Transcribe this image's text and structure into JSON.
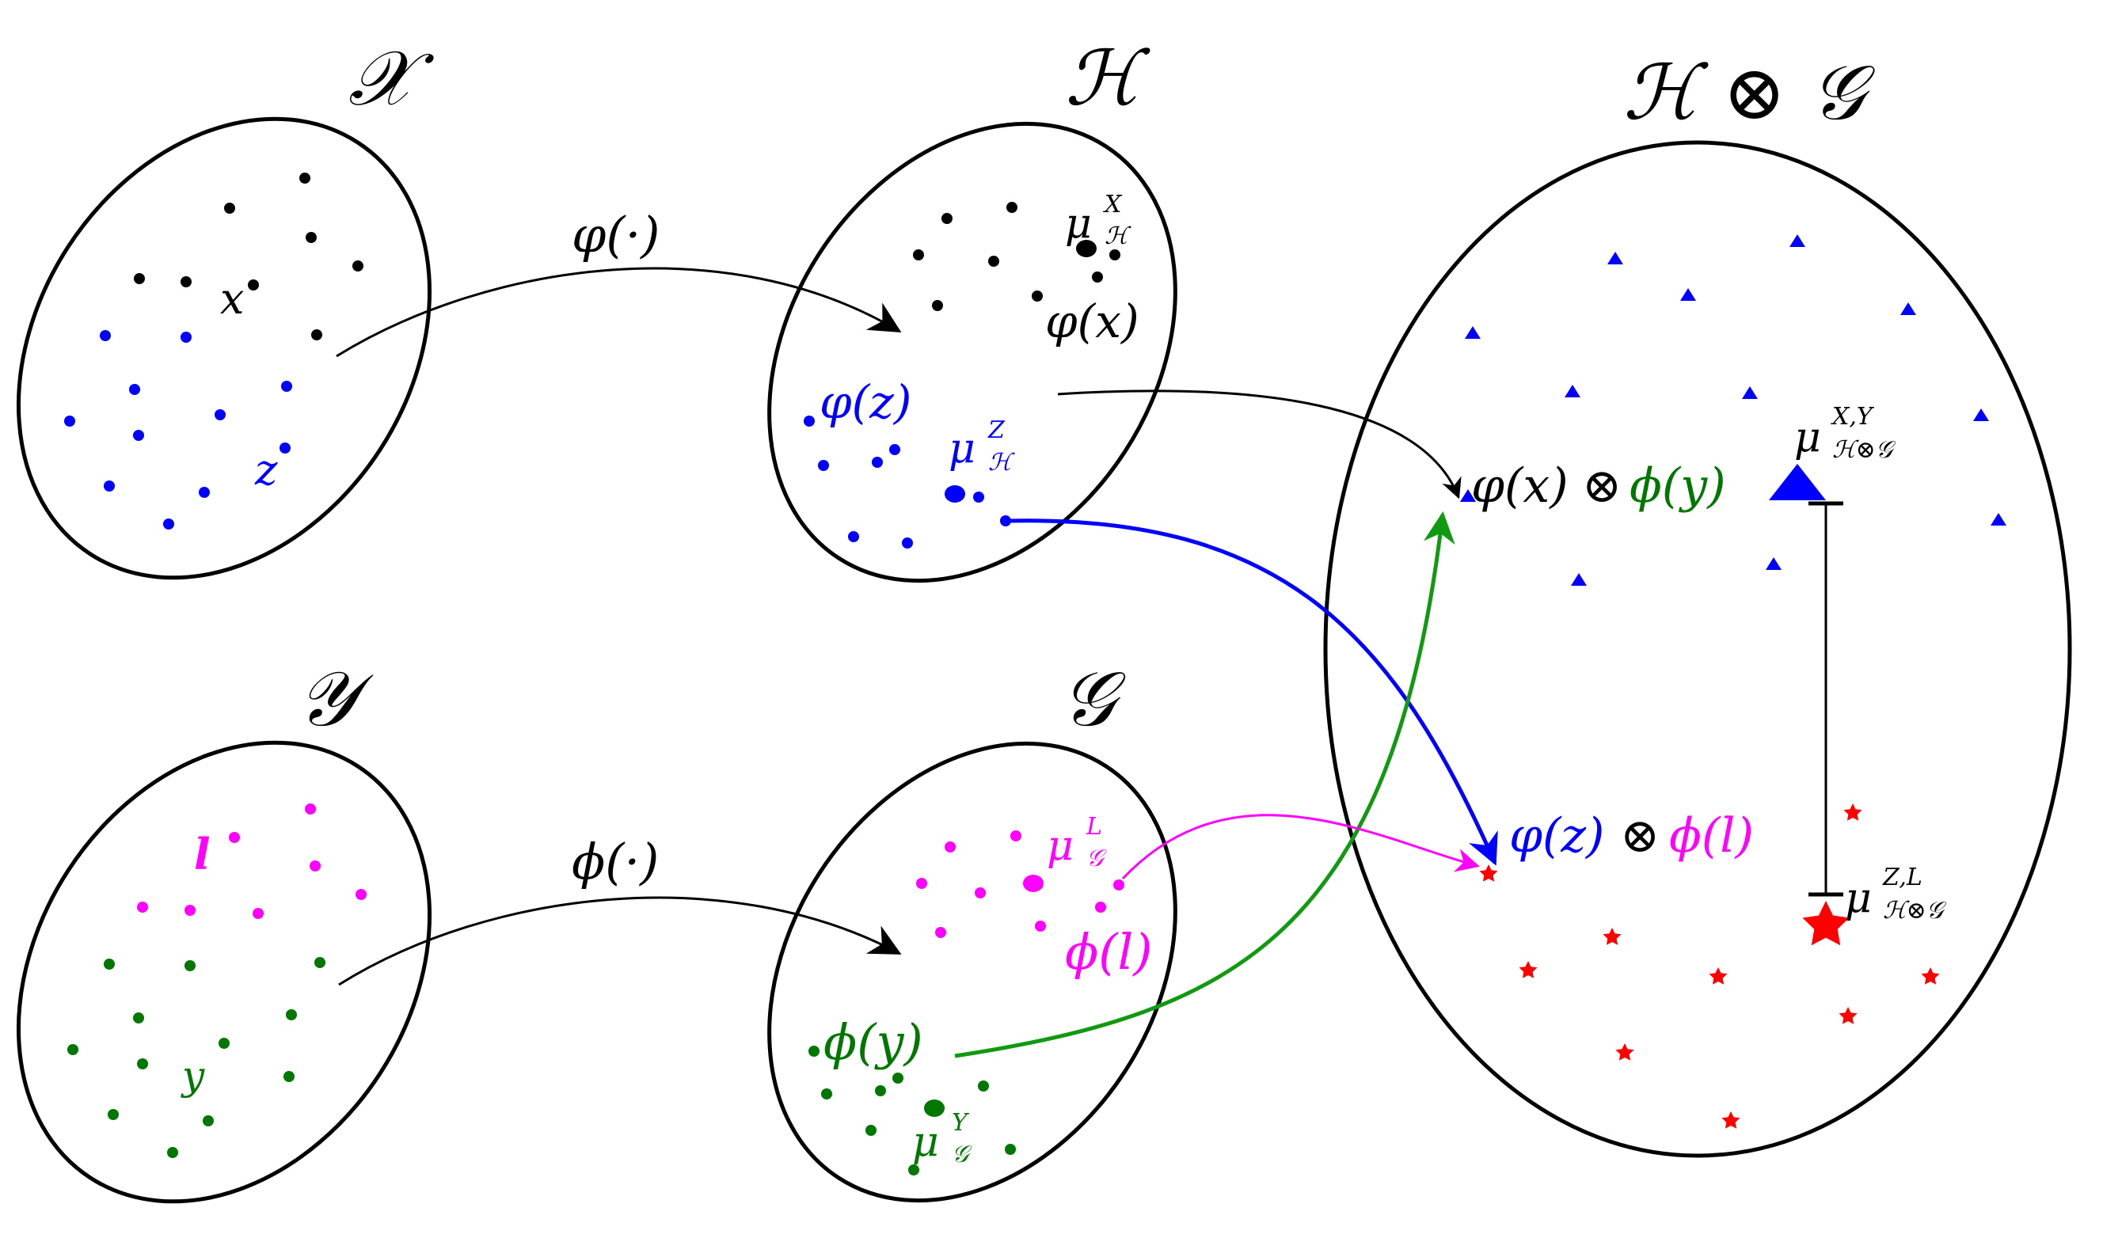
{
  "colors": {
    "black": "#000000",
    "blue": "#0000ff",
    "green": "#007700",
    "magenta": "#ff00ff",
    "red": "#ff0000",
    "green_arrow": "#119911"
  },
  "sets": {
    "x_space": "𝒳",
    "h_space": "ℋ",
    "y_space": "𝒴",
    "g_space": "𝒢",
    "hg_space": "ℋ ⊗ 𝒢"
  },
  "maps": {
    "varphi": "φ(·)",
    "phi": "ϕ(·)"
  },
  "labels": {
    "x": "x",
    "z": "z",
    "y": "y",
    "l": "l",
    "varphi_x": "φ(x)",
    "varphi_z": "φ(z)",
    "phi_y": "ϕ(y)",
    "phi_l": "ϕ(l)",
    "tensor_op": "⊗",
    "mu": "μ",
    "mu_h_x_sup": "X",
    "mu_h_x_sub": "ℋ",
    "mu_h_z_sup": "Z",
    "mu_h_z_sub": "ℋ",
    "mu_g_l_sup": "L",
    "mu_g_l_sub": "𝒢",
    "mu_g_y_sup": "Y",
    "mu_g_y_sub": "𝒢",
    "mu_hg_xy_sup": "X,Y",
    "mu_hg_xy_sub": "ℋ⊗𝒢",
    "mu_hg_zl_sup": "Z,L",
    "mu_hg_zl_sub": "ℋ⊗𝒢"
  }
}
